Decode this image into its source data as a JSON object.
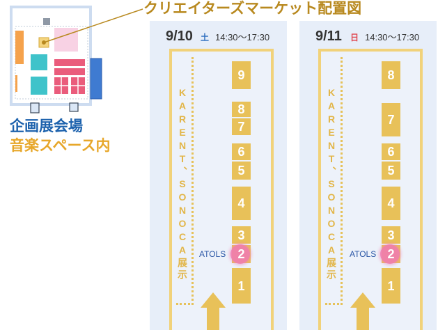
{
  "title": "クリエイターズマーケット配置図",
  "venue": {
    "hall": "企画展会場",
    "area": "音楽スペース内"
  },
  "days": [
    {
      "date": "9/10",
      "weekday": "土",
      "hours": "14:30〜17:30",
      "exhibit_label": "KARENT、SONOCA展示",
      "booths": [
        "9",
        "8",
        "7",
        "6",
        "5",
        "4",
        "3",
        "2",
        "1"
      ],
      "highlight": {
        "name": "ATOLS"
      }
    },
    {
      "date": "9/11",
      "weekday": "日",
      "hours": "14:30〜17:30",
      "exhibit_label": "KARENT、SONOCA展示",
      "booths": [
        "8",
        "7",
        "6",
        "5",
        "4",
        "3",
        "2",
        "1"
      ],
      "highlight": {
        "name": "ATOLS"
      }
    }
  ],
  "icons": {
    "entrance": "arrow-up-icon",
    "highlight": "circle-marker-icon",
    "venue_map": "floorplan-icon"
  },
  "colors": {
    "title": "#b8891f",
    "booth_gold": "#e8c159",
    "panel_bg": "#e7eef9",
    "saturday": "#2f6fc0",
    "sunday": "#e0464f",
    "highlight_pink": "#f07cb0",
    "venue_hall": "#1d62ad",
    "venue_area": "#e7a72a"
  }
}
